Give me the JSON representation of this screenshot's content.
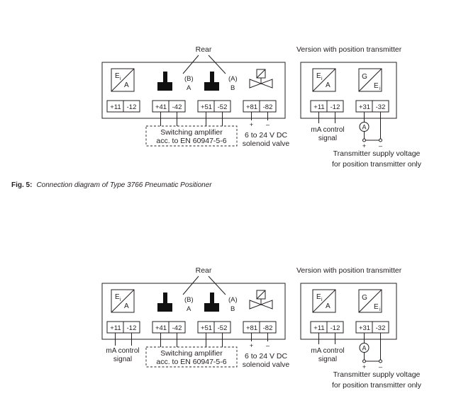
{
  "diagrams": [
    {
      "rear_label": "Rear",
      "version_label": "Version with position transmitter",
      "ei_a": {
        "main": "E",
        "sub": "i",
        "den": "A"
      },
      "g_ei": {
        "top": "G",
        "main": "E",
        "sub": "i"
      },
      "switch_b": {
        "top": "(B)",
        "bottom": "A"
      },
      "switch_a": {
        "top": "(A)",
        "bottom": "B"
      },
      "terminals_left": [
        [
          "+11",
          "-12"
        ],
        [
          "+41",
          "-42"
        ],
        [
          "+51",
          "-52"
        ],
        [
          "+81",
          "-82"
        ]
      ],
      "terminals_right": [
        [
          "+11",
          "-12"
        ],
        [
          "+31",
          "-32"
        ]
      ],
      "left_signal": [],
      "switching_amp": [
        "Switching amplifier",
        "acc. to EN 60947-5-6"
      ],
      "solenoid": [
        "6 to 24 V DC",
        "solenoid valve"
      ],
      "solenoid_pm": [
        "+",
        "–"
      ],
      "right_signal": [
        "mA control",
        "signal"
      ],
      "ammeter": "A",
      "tx_pm": [
        "+",
        "–"
      ],
      "tx_supply": [
        "Transmitter supply voltage",
        "for position transmitter only"
      ]
    },
    {
      "rear_label": "Rear",
      "version_label": "Version with position transmitter",
      "ei_a": {
        "main": "E",
        "sub": "i",
        "den": "A"
      },
      "g_ei": {
        "top": "G",
        "main": "E",
        "sub": "i"
      },
      "switch_b": {
        "top": "(B)",
        "bottom": "A"
      },
      "switch_a": {
        "top": "(A)",
        "bottom": "B"
      },
      "terminals_left": [
        [
          "+11",
          "-12"
        ],
        [
          "+41",
          "-42"
        ],
        [
          "+51",
          "-52"
        ],
        [
          "+81",
          "-82"
        ]
      ],
      "terminals_right": [
        [
          "+11",
          "-12"
        ],
        [
          "+31",
          "-32"
        ]
      ],
      "left_signal": [
        "mA control",
        "signal"
      ],
      "switching_amp": [
        "Switching amplifier",
        "acc. to EN 60947-5-6"
      ],
      "solenoid": [
        "6 to 24 V DC",
        "solenoid valve"
      ],
      "solenoid_pm": [
        "+",
        "–"
      ],
      "right_signal": [
        "mA control",
        "signal"
      ],
      "ammeter": "A",
      "tx_pm": [
        "+",
        "–"
      ],
      "tx_supply": [
        "Transmitter supply voltage",
        "for position transmitter only"
      ]
    }
  ],
  "caption": {
    "label": "Fig. 5:",
    "text": "Connection diagram of Type 3766 Pneumatic Positioner"
  }
}
